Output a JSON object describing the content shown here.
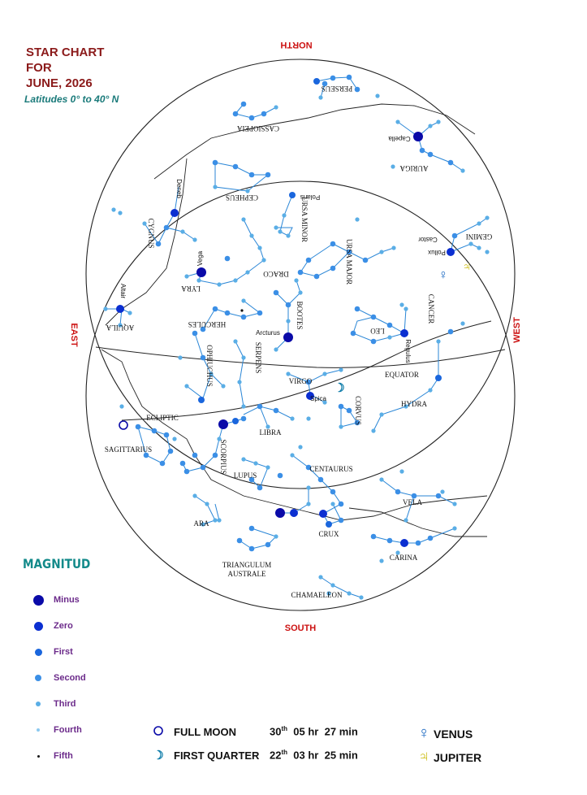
{
  "header": {
    "title_lines": [
      "STAR CHART",
      "FOR",
      "JUNE, 2026"
    ],
    "subtitle": "Latitudes 0° to 40° N"
  },
  "directions": {
    "north": "NORTH",
    "south": "SOUTH",
    "east": "EAST",
    "west": "WEST"
  },
  "sky_labels": {
    "equator": "EQUATOR",
    "ecliptic": "ECLIPTIC"
  },
  "constellations": [
    "PERSEUS",
    "CASSIOPEIA",
    "AURIGA",
    "CEPHEUS",
    "URSA MINOR",
    "CYGNUS",
    "GEMINI",
    "URSA MAJOR",
    "DRACO",
    "LYRA",
    "BOOTES",
    "CANCER",
    "LEO",
    "HERCULES",
    "AQUILA",
    "OPHIUCHUS",
    "SERPENS",
    "VIRGO",
    "HYDRA",
    "CORVUS",
    "LIBRA",
    "SAGITTARIUS",
    "SCORPIUS",
    "LUPUS",
    "CENTAURUS",
    "VELA",
    "ARA",
    "CRUX",
    "CARINA",
    "TRIANGULUM AUSTRALE",
    "CHAMAELEON"
  ],
  "stars": [
    "Capella",
    "Deneb",
    "Polaris",
    "Vega",
    "Castor",
    "Pollux",
    "Altair",
    "Arcturus",
    "Regulus",
    "Spica"
  ],
  "legend": {
    "heading": "MAGNITUD",
    "items": [
      "Minus",
      "Zero",
      "First",
      "Second",
      "Third",
      "Fourth",
      "Fifth"
    ]
  },
  "moon_phases": [
    {
      "name": "FULL MOON",
      "day": "30",
      "suffix": "th",
      "hours": "05",
      "hr": "hr",
      "minutes": "27",
      "min": "min",
      "symbol": "moon-full"
    },
    {
      "name": "FIRST QUARTER",
      "day": "22",
      "suffix": "th",
      "hours": "03",
      "hr": "hr",
      "minutes": "25",
      "min": "min",
      "symbol": "moon-first-quarter"
    }
  ],
  "planets": [
    {
      "name": "VENUS",
      "glyph": "♀",
      "color": "#1565c0"
    },
    {
      "name": "JUPITER",
      "glyph": "♃",
      "color": "#c9b800"
    }
  ],
  "colors": {
    "title": "#8b1a1a",
    "subtitle": "#1a7a7a",
    "direction": "#cc1111",
    "legend_heading": "#138a8a",
    "legend_text": "#6b2a8a",
    "star_bright": "#0a0aa8",
    "star_dim": "#5aaee6"
  }
}
